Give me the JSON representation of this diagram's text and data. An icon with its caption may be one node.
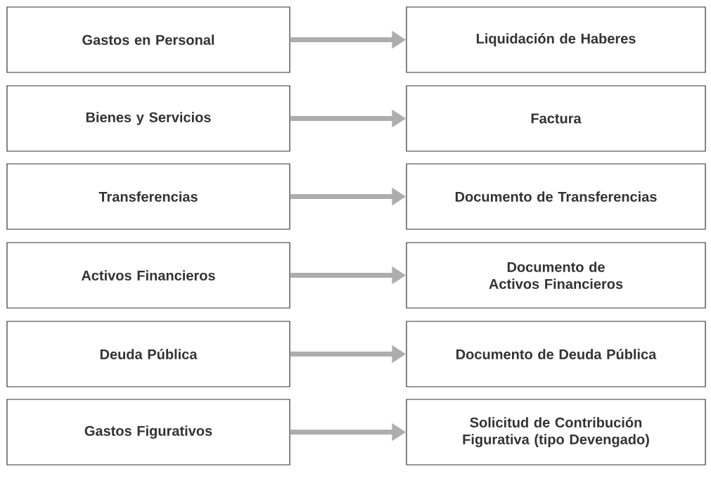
{
  "diagram": {
    "nodes": [
      {
        "text": [
          "Gastos en Personal"
        ]
      },
      {
        "text": [
          "Liquidación de Haberes"
        ]
      },
      {
        "text": [
          "Bienes y Servicios"
        ]
      },
      {
        "text": [
          "Factura"
        ]
      },
      {
        "text": [
          "Transferencias"
        ]
      },
      {
        "text": [
          "Documento de Transferencias"
        ]
      },
      {
        "text": [
          "Activos Financieros"
        ]
      },
      {
        "text": [
          "Documento de Activos Financieros"
        ]
      },
      {
        "text": [
          "Deuda Pública"
        ]
      },
      {
        "text": [
          "Documento de Deuda Pública"
        ]
      },
      {
        "text": [
          "Gastos Figurativos"
        ]
      },
      {
        "text": [
          "Solicitud de Contribución Figurativa (tipo Devengado)"
        ]
      }
    ],
    "edges": [
      {
        "from": 0,
        "to": 1,
        "arrow": "to"
      },
      {
        "from": 2,
        "to": 3,
        "arrow": "to"
      },
      {
        "from": 4,
        "to": 5,
        "arrow": "to"
      },
      {
        "from": 6,
        "to": 7,
        "arrow": "to"
      },
      {
        "from": 8,
        "to": 9,
        "arrow": "to"
      },
      {
        "from": 10,
        "to": 11,
        "arrow": "to"
      }
    ]
  }
}
